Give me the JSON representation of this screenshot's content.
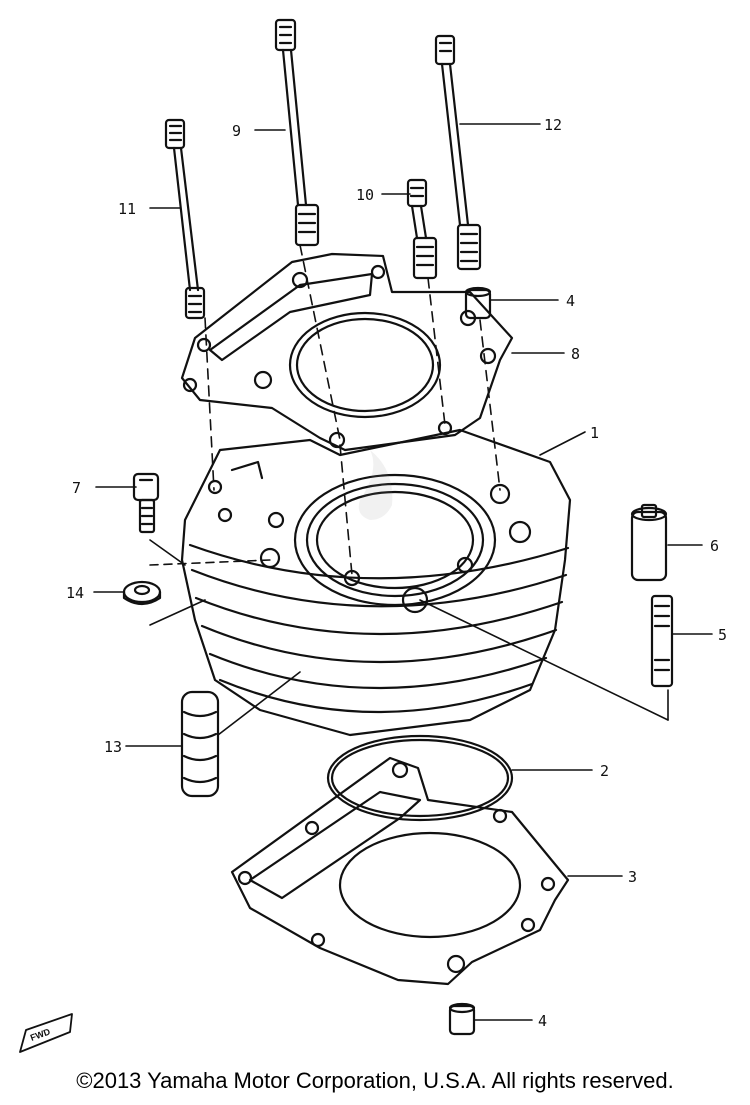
{
  "copyright": "©2013 Yamaha Motor Corporation, U.S.A. All rights reserved.",
  "fwd_label": "FWD",
  "callouts": [
    {
      "id": "1",
      "label": "1"
    },
    {
      "id": "2",
      "label": "2"
    },
    {
      "id": "3",
      "label": "3"
    },
    {
      "id": "4a",
      "label": "4"
    },
    {
      "id": "4b",
      "label": "4"
    },
    {
      "id": "5",
      "label": "5"
    },
    {
      "id": "6",
      "label": "6"
    },
    {
      "id": "7",
      "label": "7"
    },
    {
      "id": "8",
      "label": "8"
    },
    {
      "id": "9",
      "label": "9"
    },
    {
      "id": "10",
      "label": "10"
    },
    {
      "id": "11",
      "label": "11"
    },
    {
      "id": "12",
      "label": "12"
    },
    {
      "id": "13",
      "label": "13"
    },
    {
      "id": "14",
      "label": "14"
    }
  ]
}
